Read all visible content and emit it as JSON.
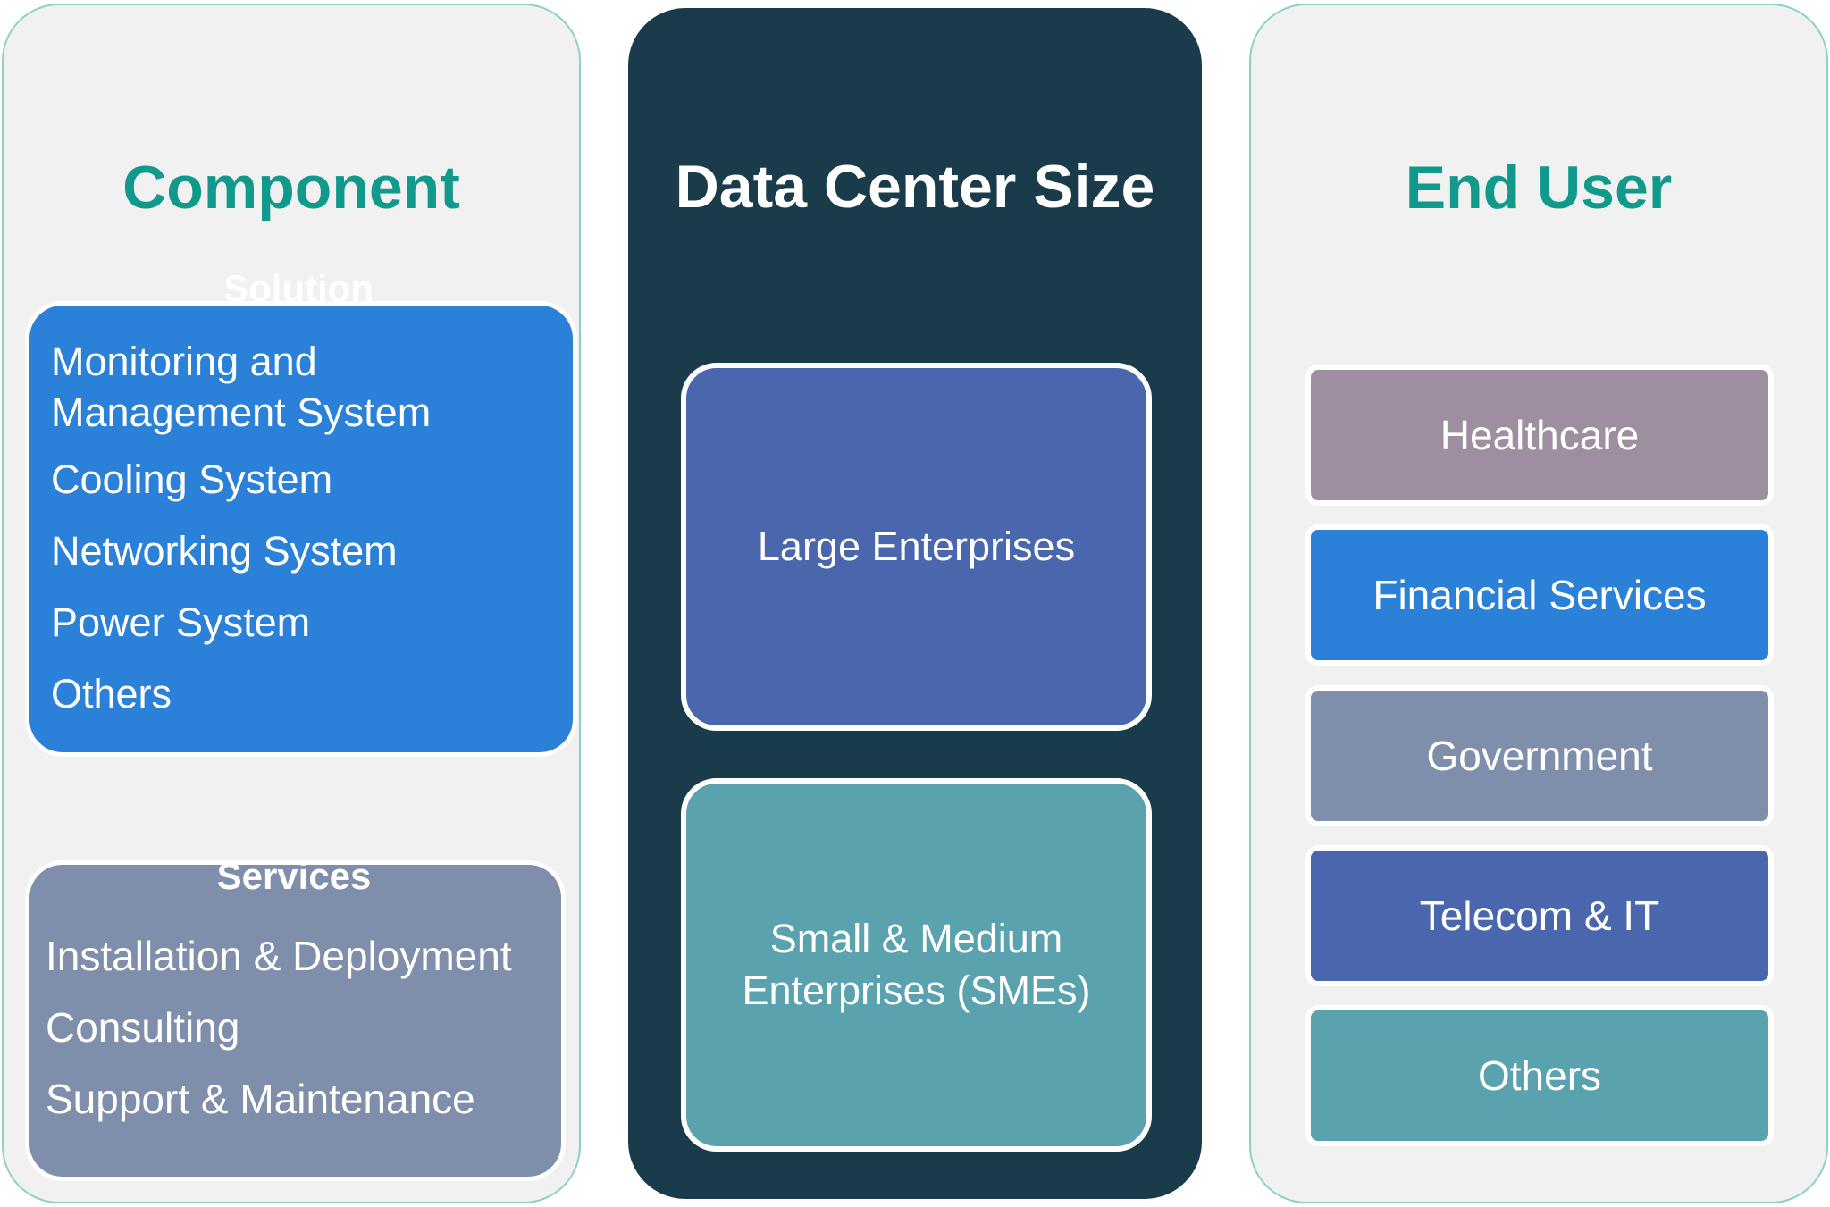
{
  "columns": {
    "component": {
      "title": "Component",
      "solution": {
        "label": "Solution",
        "items": [
          "Monitoring and Management System",
          "Cooling System",
          "Networking System",
          "Power System",
          "Others"
        ]
      },
      "services": {
        "label": "Services",
        "items": [
          "Installation & Deployment",
          "Consulting",
          "Support & Maintenance"
        ]
      }
    },
    "data_center_size": {
      "title": "Data Center Size",
      "items": [
        "Large Enterprises",
        "Small & Medium Enterprises (SMEs)"
      ]
    },
    "end_user": {
      "title": "End User",
      "items": [
        "Healthcare",
        "Financial Services",
        "Government",
        "Telecom & IT",
        "Others"
      ]
    }
  },
  "colors": {
    "title_teal": "#119a8c",
    "dark_panel": "#1a3b4a",
    "light_panel": "#f1f1f1",
    "solution_box": "#2b80d8",
    "services_box": "#7f8fab",
    "large_enterprises": "#4a67ae",
    "smes": "#5aa2ae",
    "end_user_items": [
      "#9e8fa0",
      "#2b80d8",
      "#7f8fab",
      "#4a67ae",
      "#5aa2ae"
    ]
  }
}
